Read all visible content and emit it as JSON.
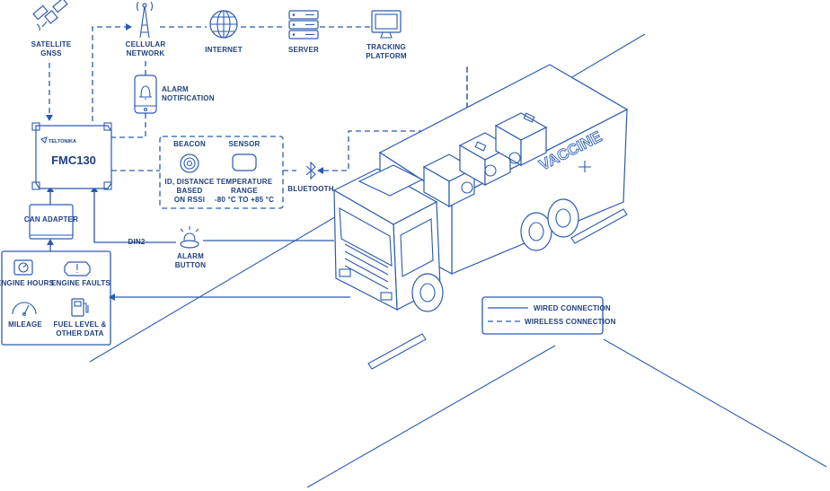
{
  "nodes": {
    "satellite": {
      "line1": "SATELLITE",
      "line2": "GNSS"
    },
    "cellular": {
      "line1": "CELLULAR",
      "line2": "NETWORK"
    },
    "internet": {
      "label": "INTERNET"
    },
    "server": {
      "label": "SERVER"
    },
    "tracking": {
      "line1": "TRACKING",
      "line2": "PLATFORM"
    },
    "alarm_notification": {
      "line1": "ALARM",
      "line2": "NOTIFICATION"
    },
    "device": {
      "brand": "TELTONIKA",
      "model": "FMC130"
    },
    "beacon": {
      "title": "BEACON",
      "line1": "ID, DISTANCE",
      "line2": "BASED",
      "line3": "ON RSSI"
    },
    "sensor": {
      "title": "SENSOR",
      "line1": "TEMPERATURE",
      "line2": "RANGE",
      "line3": "-80 °C TO +85 °C"
    },
    "bluetooth": {
      "label": "BLUETOOTH"
    },
    "can_adapter": {
      "label": "CAN ADAPTER"
    },
    "din2": {
      "label": "DIN2"
    },
    "alarm_button": {
      "line1": "ALARM",
      "line2": "BUTTON"
    },
    "engine_hours": {
      "label": "ENGINE HOURS"
    },
    "engine_faults": {
      "label": "ENGINE FAULTS"
    },
    "mileage": {
      "label": "MILEAGE"
    },
    "fuel": {
      "line1": "FUEL LEVEL &",
      "line2": "OTHER DATA"
    }
  },
  "truck": {
    "cargo_label": "VACCINE"
  },
  "legend": {
    "wired": "WIRED CONNECTION",
    "wireless": "WIRELESS CONNECTION"
  },
  "colors": {
    "line": "#2a5bb0",
    "text": "#1f3f7f",
    "background": "#ffffff"
  }
}
